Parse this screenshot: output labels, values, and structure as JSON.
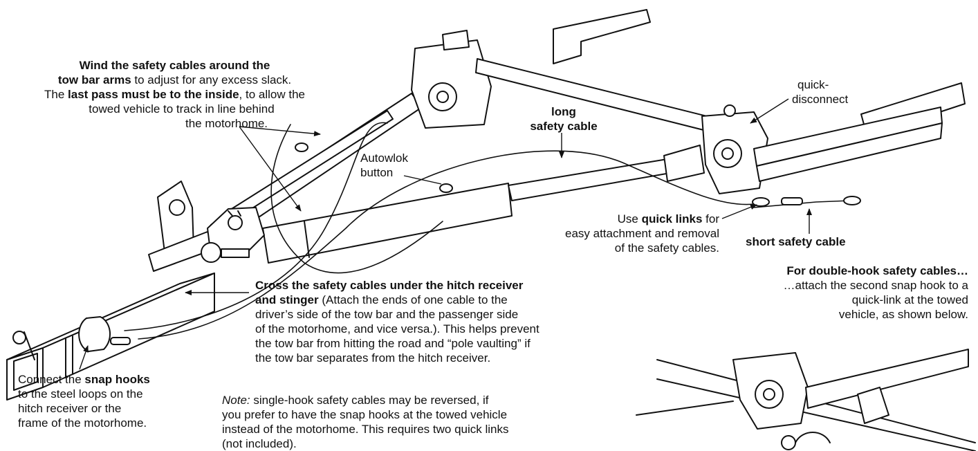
{
  "labels": {
    "wind": {
      "line1_bold": "Wind the safety cables around the",
      "line2_bold": "tow bar arms",
      "line2_rest": " to adjust for any excess slack.",
      "line3_pre": "The ",
      "line3_bold": "last pass must be to the inside",
      "line3_rest": ", to allow the",
      "line4": "towed vehicle to track in line behind",
      "line5": "the motorhome."
    },
    "quick_disconnect": {
      "line1": "quick-",
      "line2": "disconnect"
    },
    "long_cable": {
      "line1": "long",
      "line2": "safety cable"
    },
    "autowlok": {
      "line1": "Autowlok",
      "line2": "button"
    },
    "quick_links": {
      "line1_pre": "Use ",
      "line1_bold": "quick links",
      "line1_rest": " for",
      "line2": "easy attachment and removal",
      "line3": "of the safety cables."
    },
    "short_cable": "short safety cable",
    "double_hook": {
      "title": "For double-hook safety cables…",
      "line1": "…attach the second snap hook to a",
      "line2": "quick-link at the towed",
      "line3": "vehicle, as shown below."
    },
    "cross": {
      "line1_bold": "Cross the safety cables under the hitch receiver",
      "line2_bold": "and stinger",
      "line2_rest": " (Attach the ends of one cable to the",
      "line3": "driver’s side of the tow bar and the passenger side",
      "line4": "of the motorhome, and vice versa.). This helps prevent",
      "line5": "the tow bar from hitting the road and “pole vaulting” if",
      "line6": "the tow bar separates from the hitch receiver."
    },
    "snap_hooks": {
      "line1_pre": "Connect the ",
      "line1_bold": "snap hooks",
      "line2": "to the steel loops on the",
      "line3": "hitch receiver or the",
      "line4": "frame of the motorhome."
    },
    "note": {
      "prefix_italic": "Note:",
      "line1_rest": " single-hook safety cables may be reversed, if",
      "line2": "you prefer to have the snap hooks at the towed vehicle",
      "line3": "instead of the motorhome. This requires two quick links",
      "line4": "(not included)."
    }
  }
}
